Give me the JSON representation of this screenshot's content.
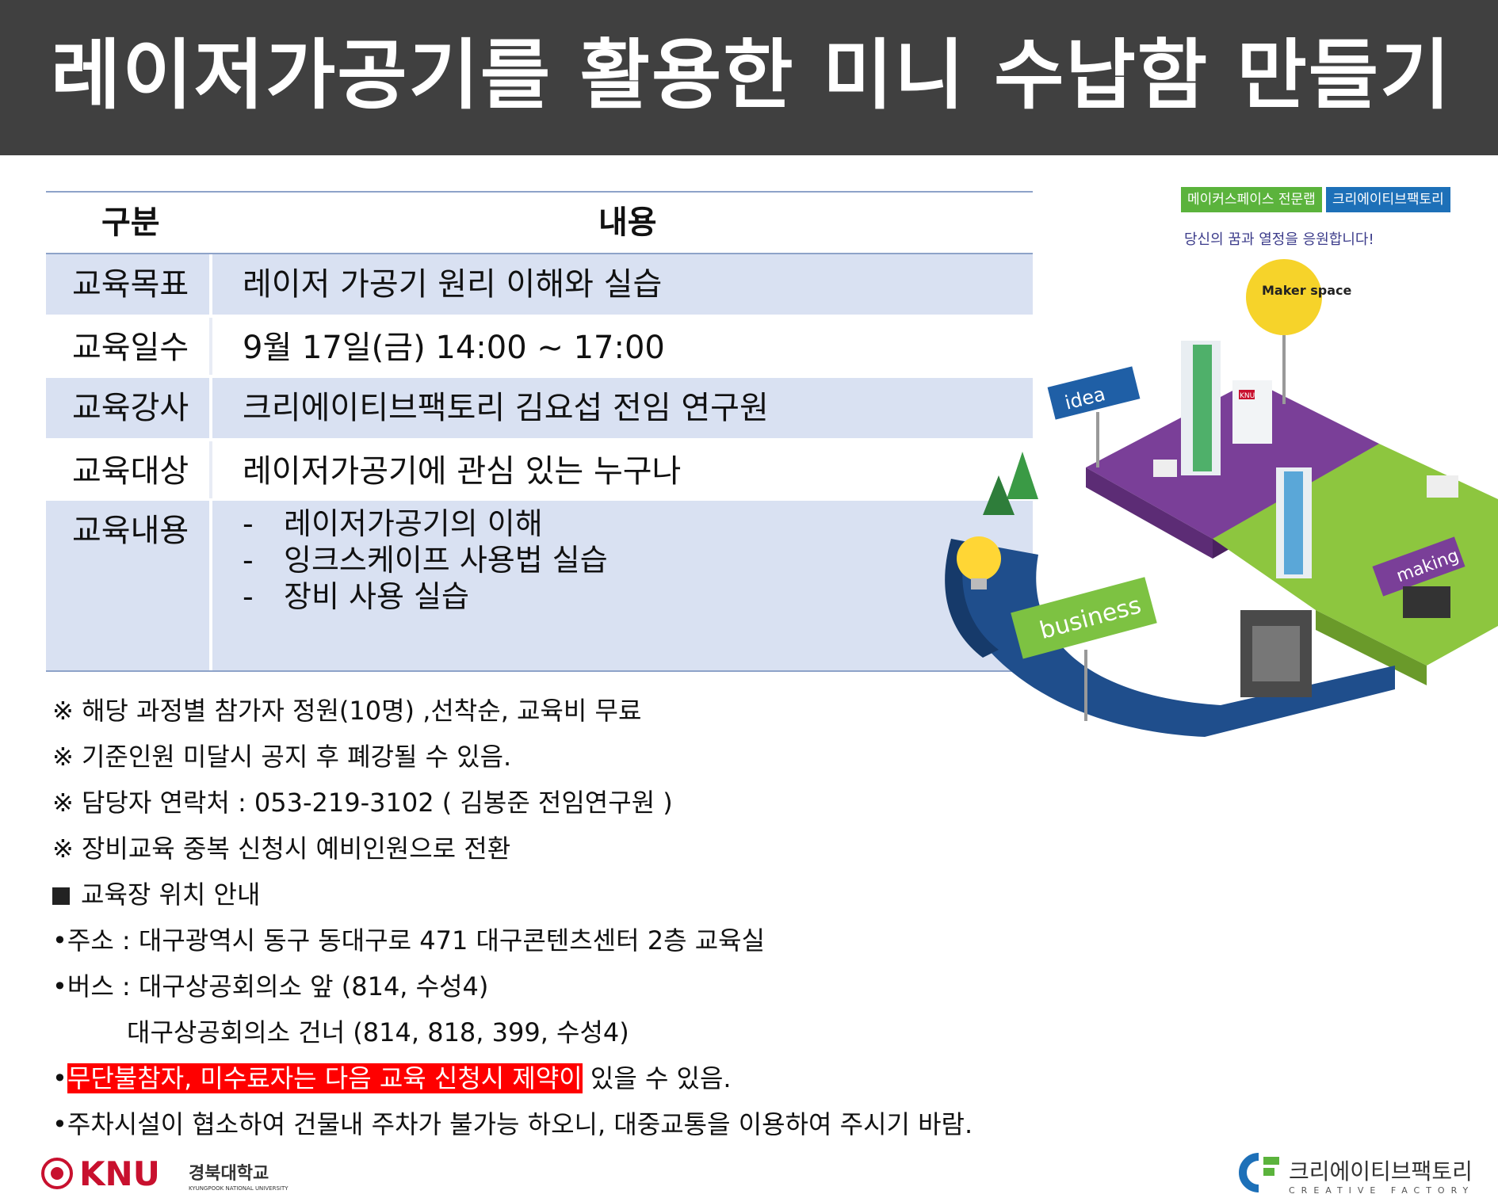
{
  "title": "레이저가공기를 활용한 미니 수납함 만들기",
  "table": {
    "header": {
      "col1": "구분",
      "col2": "내용"
    },
    "rows": [
      {
        "label": "교육목표",
        "value": "레이저 가공기 원리 이해와 실습"
      },
      {
        "label": "교육일수",
        "value": "9월 17일(금) 14:00 ~ 17:00"
      },
      {
        "label": "교육강사",
        "value": "크리에이티브팩토리 김요섭 전임 연구원"
      },
      {
        "label": "교육대상",
        "value": "레이저가공기에 관심 있는 누구나"
      },
      {
        "label": "교육내용",
        "items": [
          {
            "dash": "-",
            "text": "레이저가공기의 이해"
          },
          {
            "dash": "-",
            "text": "잉크스케이프 사용법 실습"
          },
          {
            "dash": "-",
            "text": "장비 사용 실습"
          }
        ]
      }
    ]
  },
  "notes": [
    "※ 해당 과정별 참가자 정원(10명) ,선착순, 교육비 무료",
    "※ 기준인원 미달시 공지 후 폐강될 수 있음.",
    "※ 담당자 연락처 : 053-219-3102 ( 김봉준 전임연구원 )",
    "※ 장비교육 중복 신청시 예비인원으로 전환",
    "교육장 위치 안내",
    "•주소 : 대구광역시 동구 동대구로 471 대구콘텐츠센터 2층 교육실",
    "•버스 : 대구상공회의소 앞 (814, 수성4)",
    "대구상공회의소 건너 (814, 818, 399, 수성4)"
  ],
  "warning": {
    "bullet": "•",
    "highlight": "무단불참자, 미수료자는 다음 교육 신청시 제약이",
    "rest": " 있을 수 있음."
  },
  "parking": "•주차시설이 협소하여 건물내 주차가 불가능 하오니, 대중교통을 이용하여 주시기 바람.",
  "illustration": {
    "tag1": "메이커스페이스 전문랩",
    "tag2": "크리에이티브팩토리",
    "slogan": "당신의 꿈과 열정을 응원합니다!",
    "signs": {
      "idea": "idea",
      "maker": "Maker space",
      "making": "making",
      "business": "business",
      "knu": "KNU"
    }
  },
  "logos": {
    "knu_mark": "KNU",
    "knu_name": "경북대학교",
    "knu_sub": "KYUNGPOOK NATIONAL UNIVERSITY",
    "cf_name": "크리에이티브팩토리",
    "cf_sub": "CREATIVE FACTORY"
  },
  "colors": {
    "title_bar": "#404040",
    "row_shade": "#d9e1f2",
    "highlight": "#ff0000",
    "knu_red": "#c8102e",
    "cf_blue": "#1d70b8",
    "cf_green": "#5bb33c"
  }
}
